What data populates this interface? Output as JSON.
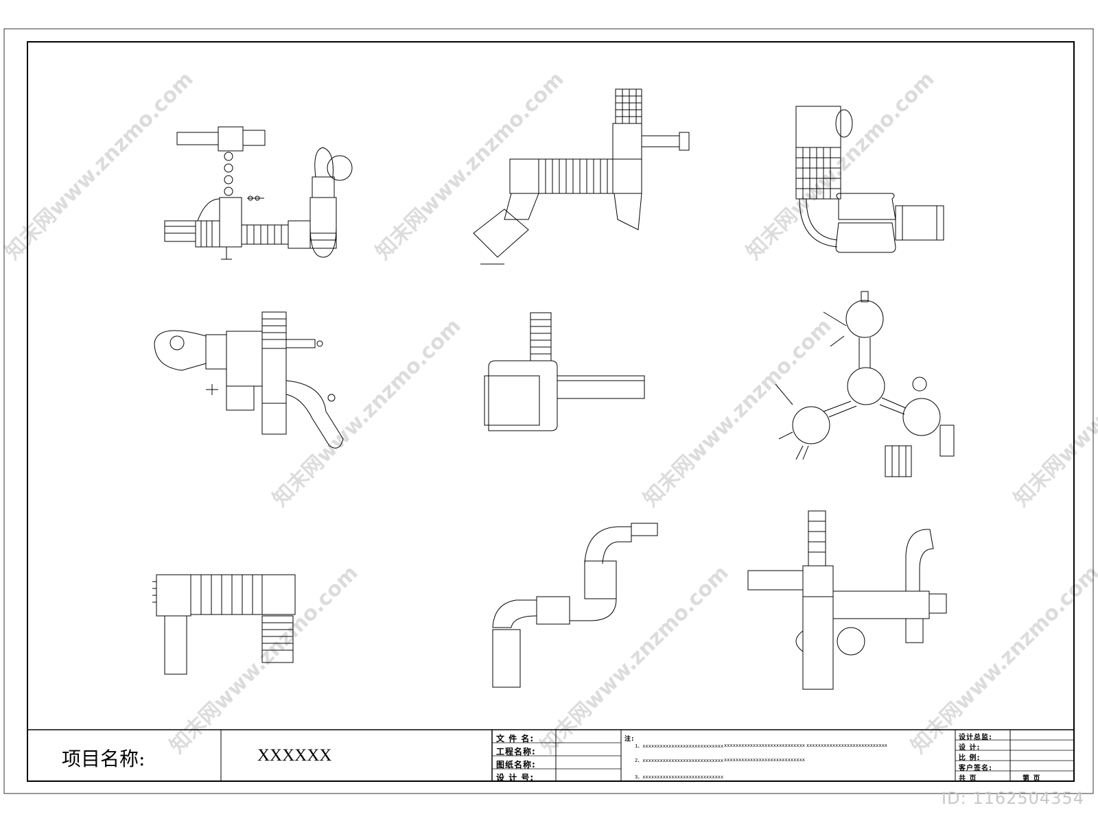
{
  "title_block": {
    "project_label": "项目名称:",
    "project_value": "XXXXXX",
    "fields": [
      "文 件 名:",
      "工程名称:",
      "图纸名称:",
      "设 计 号:"
    ],
    "notes_label": "注:",
    "notes": [
      "1、xxxxxxxxxxxxxxxxxxxxxxxxxxxx",
      "xxxxxxxxxxxxxxxxxxxxxxxxxxxx",
      "xxxxxxxxxxxxxxxxxxxxxxxxxxxx",
      "2、xxxxxxxxxxxxxxxxxxxxxxxxxxxx",
      "xxxxxxxxxxxxxxxxxxxxxxxxxxxx",
      "3、xxxxxxxxxxxxxxxxxxxxxxxxxxxx"
    ],
    "right_fields": [
      "设计总监:",
      "设  计:",
      "比  例:",
      "客户签名:"
    ],
    "page_total": "共    页",
    "page_current": "第    页"
  },
  "watermark": "知末网www.znzmo.com",
  "image_id": "ID: 1162504354",
  "colors": {
    "line": "#000000",
    "watermark": "#d9d9d9"
  }
}
